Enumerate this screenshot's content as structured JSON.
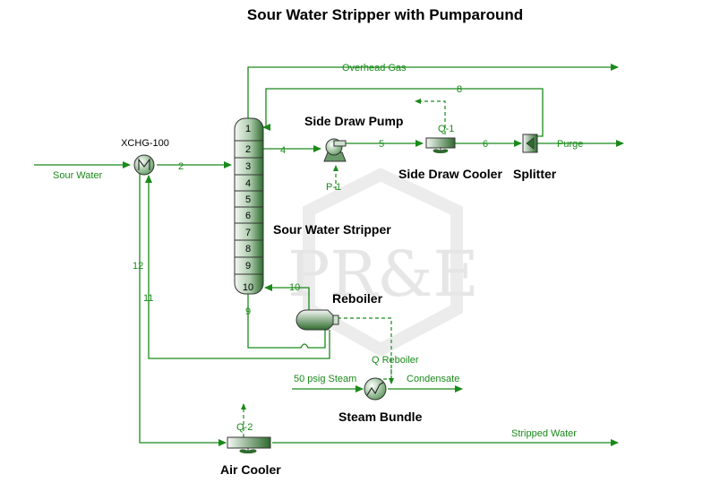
{
  "title": "Sour Water Stripper with Pumparound",
  "watermark": "PR&E",
  "units": {
    "exchanger": "XCHG-100",
    "column": "Sour Water Stripper",
    "pump": "Side Draw Pump",
    "pump_tag": "P-1",
    "cooler": "Side Draw Cooler",
    "cooler_duty": "Q-1",
    "splitter": "Splitter",
    "reboiler": "Reboiler",
    "reboiler_duty": "Q Reboiler",
    "steam_bundle": "Steam Bundle",
    "air_cooler": "Air Cooler",
    "air_cooler_duty": "Q-2"
  },
  "streams": {
    "sour_water": "Sour Water",
    "overhead_gas": "Overhead Gas",
    "purge": "Purge",
    "steam": "50 psig Steam",
    "condensate": "Condensate",
    "stripped_water": "Stripped Water",
    "s2": "2",
    "s4": "4",
    "s5": "5",
    "s6": "6",
    "s8": "8",
    "s9": "9",
    "s10": "10",
    "s11": "11",
    "s12": "12"
  },
  "stages": [
    "1",
    "2",
    "3",
    "4",
    "5",
    "6",
    "7",
    "8",
    "9",
    "10"
  ],
  "colors": {
    "stream": "#1a8a1a",
    "equipment_dark": "#2e7d32",
    "equipment_light": "#e8f2e8"
  }
}
